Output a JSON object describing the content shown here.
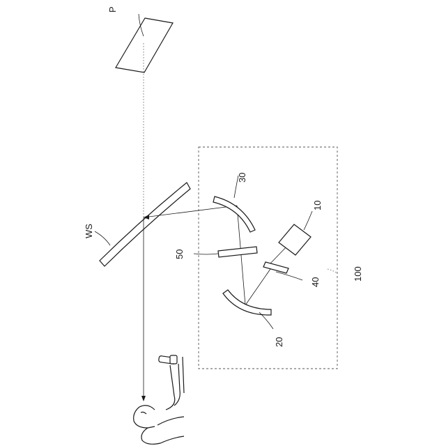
{
  "labels": {
    "plane": "P",
    "windshield": "WS",
    "comp_30": "30",
    "comp_10": "10",
    "comp_50": "50",
    "comp_40": "40",
    "comp_100": "100",
    "comp_20": "20"
  },
  "colors": {
    "stroke": "#1a1a1a",
    "background": "#ffffff"
  }
}
